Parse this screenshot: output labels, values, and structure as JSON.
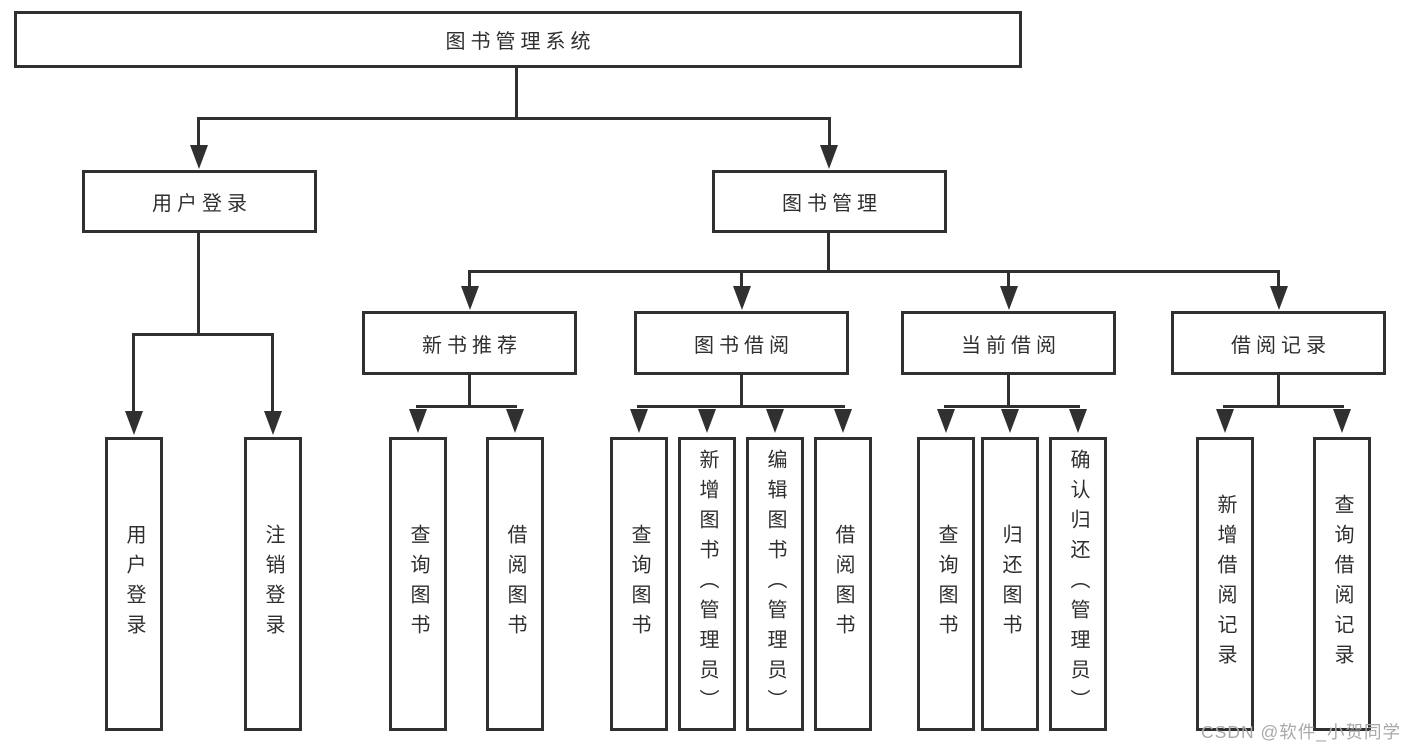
{
  "diagram": {
    "root": "图书管理系统",
    "level2": {
      "user_login": "用户登录",
      "book_management": "图书管理"
    },
    "level3": {
      "new_book": "新书推荐",
      "book_borrow": "图书借阅",
      "current_borrow": "当前借阅",
      "borrow_records": "借阅记录"
    },
    "leaves": {
      "user_login": [
        "用户登录",
        "注销登录"
      ],
      "new_book": [
        "查询图书",
        "借阅图书"
      ],
      "book_borrow": [
        "查询图书",
        "新增图书（管理员）",
        "编辑图书（管理员）",
        "借阅图书"
      ],
      "current_borrow": [
        "查询图书",
        "归还图书",
        "确认归还（管理员）"
      ],
      "borrow_records": [
        "新增借阅记录",
        "查询借阅记录"
      ]
    }
  },
  "watermark": "CSDN @软件_小贺同学",
  "colors": {
    "line": "#303030",
    "text": "#2f2f2f",
    "box_fill": "#ffffff",
    "background": "#ffffff",
    "watermark": "#a9a9a9"
  }
}
